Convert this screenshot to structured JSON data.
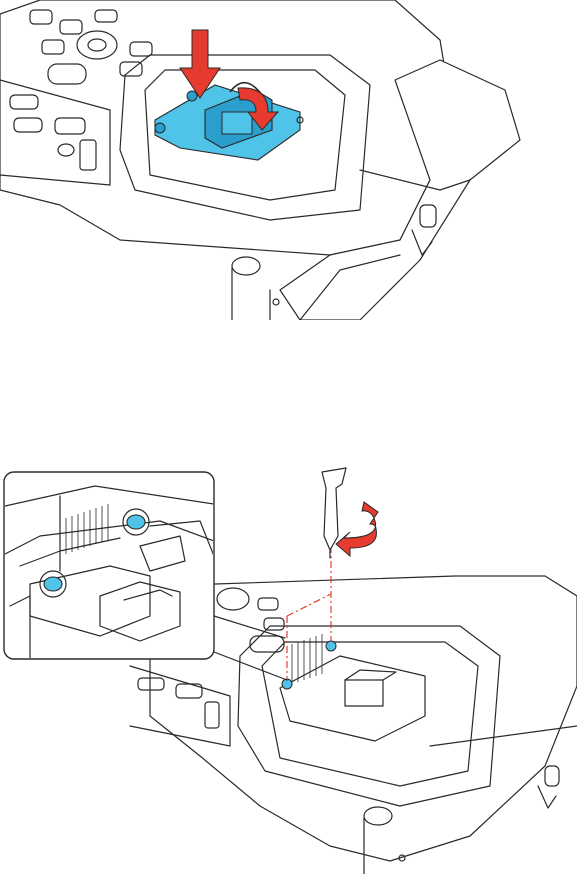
{
  "figure": {
    "steps": [
      {
        "id": "insert-lamp",
        "arrows": [
          "push-down-arrow",
          "rotate-handle-arrow"
        ]
      },
      {
        "id": "tighten-screws",
        "inset": "screw-detail-inset",
        "tool": "screwdriver"
      }
    ],
    "colors": {
      "lamp": "#4fc3e8",
      "lamp_shade": "#2a9fce",
      "arrow": "#e63b2e",
      "line": "#2a2a2a",
      "guide": "#e63b2e"
    }
  }
}
